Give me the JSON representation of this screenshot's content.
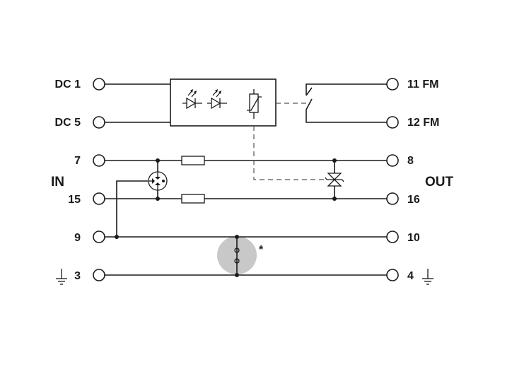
{
  "diagram": {
    "terminals_left": [
      "DC 1",
      "DC 5",
      "7",
      "15",
      "9",
      "3"
    ],
    "terminals_right": [
      "11 FM",
      "12 FM",
      "8",
      "16",
      "10",
      "4"
    ],
    "side_label_in": "IN",
    "side_label_out": "OUT",
    "footnote_mark": "*",
    "colors": {
      "line": "#1a1a1a",
      "dashed_link": "#555555",
      "highlight": "#c8c8c8"
    },
    "icons": [
      "led-icon",
      "varistor-icon",
      "gas-discharge-tube-icon",
      "tvs-diode-icon",
      "resistor-icon",
      "relay-contact-icon",
      "ground-icon"
    ]
  }
}
